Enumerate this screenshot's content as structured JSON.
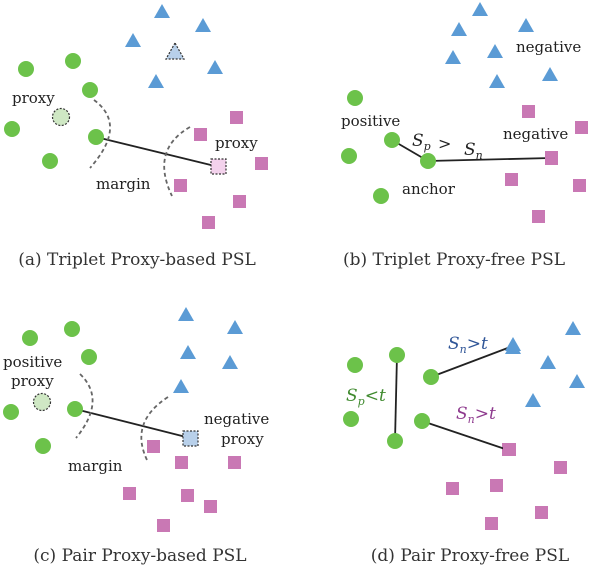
{
  "colors": {
    "positive": "#6cc24a",
    "negative_triangle": "#5b9bd5",
    "negative_square": "#c978b4",
    "proxy_positive": "#cfe8c4",
    "proxy_negative_triangle": "#b8d0ea",
    "proxy_negative_square": "#f3d2ec",
    "sn_blue": "#2f5597",
    "sn_purple": "#8e3a8e",
    "sp_green": "#3f8a2e"
  },
  "panels": {
    "a": {
      "caption": "(a) Triplet Proxy-based PSL",
      "label_proxy_left": "proxy",
      "label_proxy_right": "proxy",
      "label_margin": "margin"
    },
    "b": {
      "caption": "(b) Triplet Proxy-free PSL",
      "label_negative_top": "negative",
      "label_positive": "positive",
      "label_negative_right": "negative",
      "label_anchor": "anchor",
      "sp": "S",
      "sp_sub": "p",
      "gt": ">",
      "sn": "S",
      "sn_sub": "n"
    },
    "c": {
      "caption": "(c) Pair Proxy-based PSL",
      "label_positive": "positive",
      "label_proxy_left": "proxy",
      "label_negative": "negative",
      "label_proxy_right": "proxy",
      "label_margin": "margin"
    },
    "d": {
      "caption": "(d) Pair Proxy-free PSL",
      "sn_top": "S",
      "sn_top_sub": "n",
      "sn_top_rel": ">t",
      "sp": "S",
      "sp_sub": "p",
      "sp_rel": "<t",
      "sn_mid": "S",
      "sn_mid_sub": "n",
      "sn_mid_rel": ">t"
    }
  }
}
